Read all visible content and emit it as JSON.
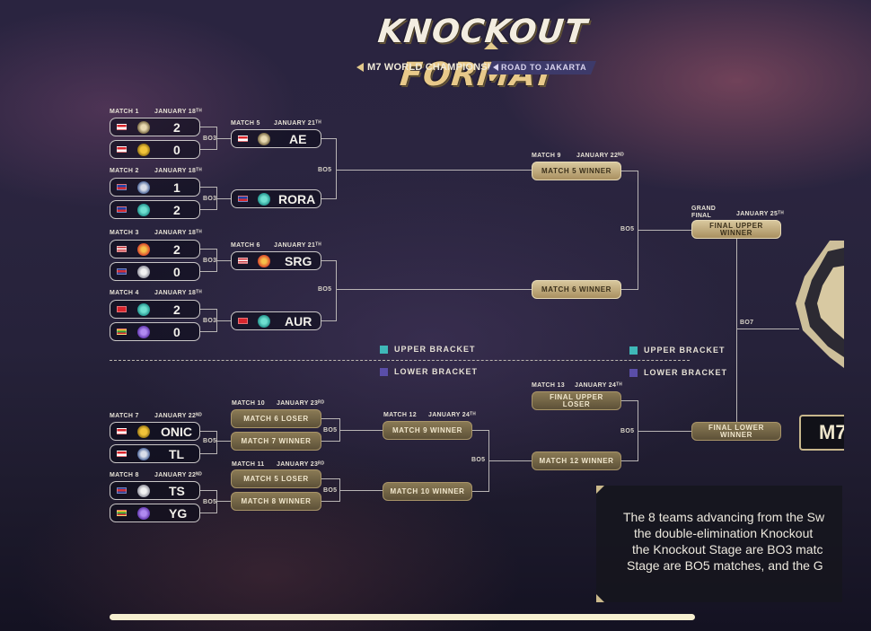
{
  "header": {
    "title_word1": "KNOCKOUT",
    "title_word2": "FORMAT",
    "event_label": "M7 WORLD CHAMPIONSHIP",
    "tagline": "ROAD TO JAKARTA"
  },
  "colors": {
    "upper_bracket": "#3fb8b8",
    "lower_bracket": "#5a4ea8",
    "gold": "#c8b480",
    "line": "#b9b5b5"
  },
  "round1": [
    {
      "match": "MATCH 1",
      "date": "JANUARY 18ᵀᴴ",
      "teams": [
        {
          "flag": "indonesia",
          "logo": "team-logo-1",
          "score": "2"
        },
        {
          "flag": "indonesia",
          "logo": "team-logo-2",
          "score": "0"
        }
      ]
    },
    {
      "match": "MATCH 2",
      "date": "JANUARY 18ᵀᴴ",
      "teams": [
        {
          "flag": "philippines",
          "logo": "liquid-logo",
          "score": "1"
        },
        {
          "flag": "philippines",
          "logo": "aurora-logo",
          "score": "2"
        }
      ]
    },
    {
      "match": "MATCH 3",
      "date": "JANUARY 18ᵀᴴ",
      "teams": [
        {
          "flag": "usa",
          "logo": "srg-logo",
          "score": "2"
        },
        {
          "flag": "cambodia",
          "logo": "ts-logo",
          "score": "0"
        }
      ]
    },
    {
      "match": "MATCH 4",
      "date": "JANUARY 18ᵀᴴ",
      "teams": [
        {
          "flag": "turkey",
          "logo": "aurora-logo",
          "score": "2"
        },
        {
          "flag": "myanmar",
          "logo": "yg-logo",
          "score": "0"
        }
      ]
    }
  ],
  "round2": [
    {
      "match": "MATCH 5",
      "date": "JANUARY 21ᵀᴴ",
      "teams": [
        {
          "flag": "indonesia",
          "name": "AE"
        },
        {
          "flag": "philippines",
          "name": "RORA"
        }
      ]
    },
    {
      "match": "MATCH 6",
      "date": "JANUARY 21ᵀᴴ",
      "teams": [
        {
          "flag": "usa",
          "name": "SRG"
        },
        {
          "flag": "turkey",
          "name": "AUR"
        }
      ]
    }
  ],
  "upper_final": {
    "match9": {
      "match": "MATCH 9",
      "date": "JANUARY 22ᴺᴰ",
      "slot1": "MATCH 5 WINNER",
      "slot2": "MATCH 6 WINNER"
    }
  },
  "grand_final": {
    "match": "GRAND FINAL",
    "date": "JANUARY 25ᵀᴴ",
    "slot1": "FINAL UPPER WINNER",
    "slot2": "FINAL LOWER WINNER"
  },
  "lower_round1": [
    {
      "match": "MATCH 7",
      "date": "JANUARY 22ᴺᴰ",
      "teams": [
        {
          "flag": "indonesia",
          "name": "ONIC"
        },
        {
          "flag": "indonesia",
          "name": "TL"
        }
      ]
    },
    {
      "match": "MATCH 8",
      "date": "JANUARY 22ᴺᴰ",
      "teams": [
        {
          "flag": "cambodia",
          "name": "TS"
        },
        {
          "flag": "myanmar",
          "name": "YG"
        }
      ]
    }
  ],
  "lower_round2": [
    {
      "match": "MATCH 10",
      "date": "JANUARY 23ᴿᴰ",
      "slot1": "MATCH 6 LOSER",
      "slot2": "MATCH 7 WINNER"
    },
    {
      "match": "MATCH 11",
      "date": "JANUARY 23ᴿᴰ",
      "slot1": "MATCH 5 LOSER",
      "slot2": "MATCH 8 WINNER"
    }
  ],
  "lower_round3": {
    "match": "MATCH 12",
    "date": "JANUARY 24ᵀᴴ",
    "slot1": "MATCH 9 WINNER",
    "slot2": "MATCH 10 WINNER"
  },
  "lower_final": {
    "match": "MATCH 13",
    "date": "JANUARY 24ᵀᴴ",
    "slot1": "FINAL UPPER LOSER",
    "slot2": "MATCH 12 WINNER"
  },
  "bo_labels": {
    "bo3": "BO3",
    "bo5": "BO5",
    "bo7": "BO7"
  },
  "legend": {
    "upper": "UPPER BRACKET",
    "lower": "LOWER BRACKET"
  },
  "m7_tag": "M7",
  "info_lines": [
    "The 8 teams advancing from the Sw",
    "the double-elimination Knockout",
    "the Knockout Stage are BO3 matc",
    "Stage are BO5 matches, and the G"
  ]
}
